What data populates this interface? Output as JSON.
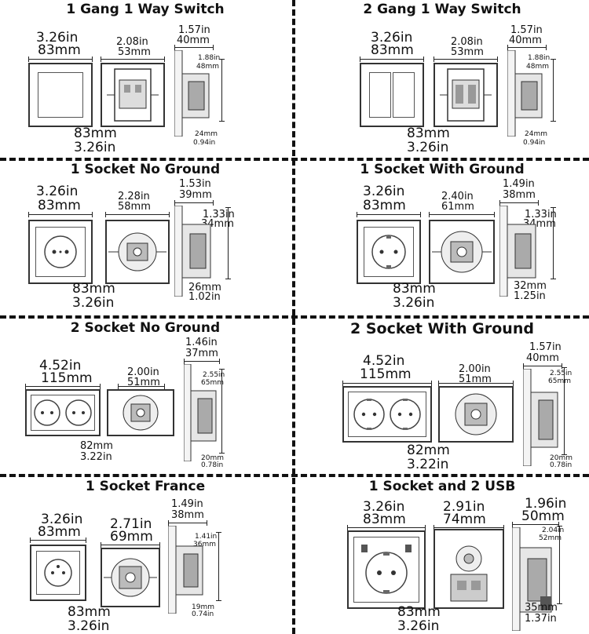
{
  "panels": [
    {
      "title": "1 Gang 1 Way Switch",
      "w_in": "3.26in",
      "w_mm": "83mm",
      "mech_in": "2.08in",
      "mech_mm": "53mm",
      "depth_in": "1.57in",
      "depth_mm": "40mm",
      "inner_in": "1.88in",
      "inner_mm": "48mm",
      "h_mm": "83mm",
      "h_in": "3.26in",
      "bot_mm": "24mm",
      "bot_in": "0.94in"
    },
    {
      "title": "2 Gang 1 Way Switch",
      "w_in": "3.26in",
      "w_mm": "83mm",
      "mech_in": "2.08in",
      "mech_mm": "53mm",
      "depth_in": "1.57in",
      "depth_mm": "40mm",
      "inner_in": "1.88in",
      "inner_mm": "48mm",
      "h_mm": "83mm",
      "h_in": "3.26in",
      "bot_mm": "24mm",
      "bot_in": "0.94in"
    },
    {
      "title": "1 Socket  No Ground",
      "w_in": "3.26in",
      "w_mm": "83mm",
      "mech_in": "2.28in",
      "mech_mm": "58mm",
      "depth_in": "1.53in",
      "depth_mm": "39mm",
      "inner_in": "1.33in",
      "inner_mm": "34mm",
      "h_mm": "83mm",
      "h_in": "3.26in",
      "bot_mm": "26mm",
      "bot_in": "1.02in"
    },
    {
      "title": "1 Socket  With Ground",
      "w_in": "3.26in",
      "w_mm": "83mm",
      "mech_in": "2.40in",
      "mech_mm": "61mm",
      "depth_in": "1.49in",
      "depth_mm": "38mm",
      "inner_in": "1.33in",
      "inner_mm": "34mm",
      "h_mm": "83mm",
      "h_in": "3.26in",
      "bot_mm": "32mm",
      "bot_in": "1.25in"
    },
    {
      "title": "2 Socket  No Ground",
      "w_in": "4.52in",
      "w_mm": "115mm",
      "mech_in": "2.00in",
      "mech_mm": "51mm",
      "depth_in": "1.46in",
      "depth_mm": "37mm",
      "inner_in": "2.55in",
      "inner_mm": "65mm",
      "h_mm": "82mm",
      "h_in": "3.22in",
      "bot_mm": "20mm",
      "bot_in": "0.78in"
    },
    {
      "title": "2 Socket  With Ground",
      "w_in": "4.52in",
      "w_mm": "115mm",
      "mech_in": "2.00in",
      "mech_mm": "51mm",
      "depth_in": "1.57in",
      "depth_mm": "40mm",
      "inner_in": "2.55in",
      "inner_mm": "65mm",
      "h_mm": "82mm",
      "h_in": "3.22in",
      "bot_mm": "20mm",
      "bot_in": "0.78in"
    },
    {
      "title": "1 Socket France",
      "w_in": "3.26in",
      "w_mm": "83mm",
      "mech_in": "2.71in",
      "mech_mm": "69mm",
      "depth_in": "1.49in",
      "depth_mm": "38mm",
      "inner_in": "1.41in",
      "inner_mm": "36mm",
      "h_mm": "83mm",
      "h_in": "3.26in",
      "bot_mm": "19mm",
      "bot_in": "0.74in"
    },
    {
      "title": "1 Socket and 2 USB",
      "w_in": "3.26in",
      "w_mm": "83mm",
      "mech_in": "2.91in",
      "mech_mm": "74mm",
      "depth_in": "1.96in",
      "depth_mm": "50mm",
      "inner_in": "2.04in",
      "inner_mm": "52mm",
      "h_mm": "83mm",
      "h_in": "3.26in",
      "bot_mm": "35mm",
      "bot_in": "1.37in"
    }
  ]
}
